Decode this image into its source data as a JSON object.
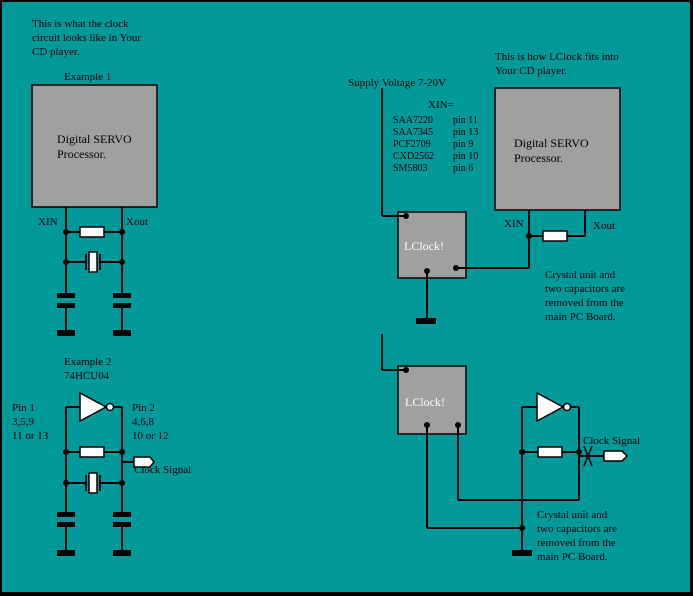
{
  "colors": {
    "background": "#009999",
    "chip_fill": "#a0a0a0",
    "wire": "#000000"
  },
  "example1": {
    "intro_line1": "This is what the clock",
    "intro_line2": "circuit looks like in Your",
    "intro_line3": "CD player.",
    "title": "Example 1",
    "chip_line1": "Digital SERVO",
    "chip_line2": "Processor.",
    "xin_label": "XIN",
    "xout_label": "Xout"
  },
  "example2": {
    "title_line1": "Example 2",
    "title_line2": "74HCU04",
    "pin1_line1": "Pin 1",
    "pin1_line2": "3,5,9",
    "pin1_line3": "11 or 13",
    "pin2_line1": "Pin 2",
    "pin2_line2": "4,6,8",
    "pin2_line3": "10 or 12",
    "clock_signal": "Clock Signal"
  },
  "lclock_fit": {
    "intro_line1": "This is how LClock fits into",
    "intro_line2": "Your CD player.",
    "supply_label": "Supply Voltage 7-20V",
    "xin_header": "XIN=",
    "xin_table": [
      {
        "chip": "SAA7220",
        "pin": "pin 11"
      },
      {
        "chip": "SAA7345",
        "pin": "pin 13"
      },
      {
        "chip": "PCF2709",
        "pin": "pin 9"
      },
      {
        "chip": "CXD2562",
        "pin": "pin 10"
      },
      {
        "chip": "SM5803",
        "pin": "pin 6"
      }
    ],
    "chip_line1": "Digital SERVO",
    "chip_line2": "Processor.",
    "xin_label": "XIN",
    "xout_label": "Xout",
    "lclock_label": "LClock!",
    "note_line1": "Crystal unit and",
    "note_line2": "two capacitors are",
    "note_line3": "removed from the",
    "note_line4": "main PC Board."
  },
  "lclock_inverter": {
    "lclock_label": "LClock!",
    "clock_signal": "Clock Signal",
    "note_line1": "Crystal unit and",
    "note_line2": "two capacitors are",
    "note_line3": "removed from the",
    "note_line4": "main PC Board."
  }
}
